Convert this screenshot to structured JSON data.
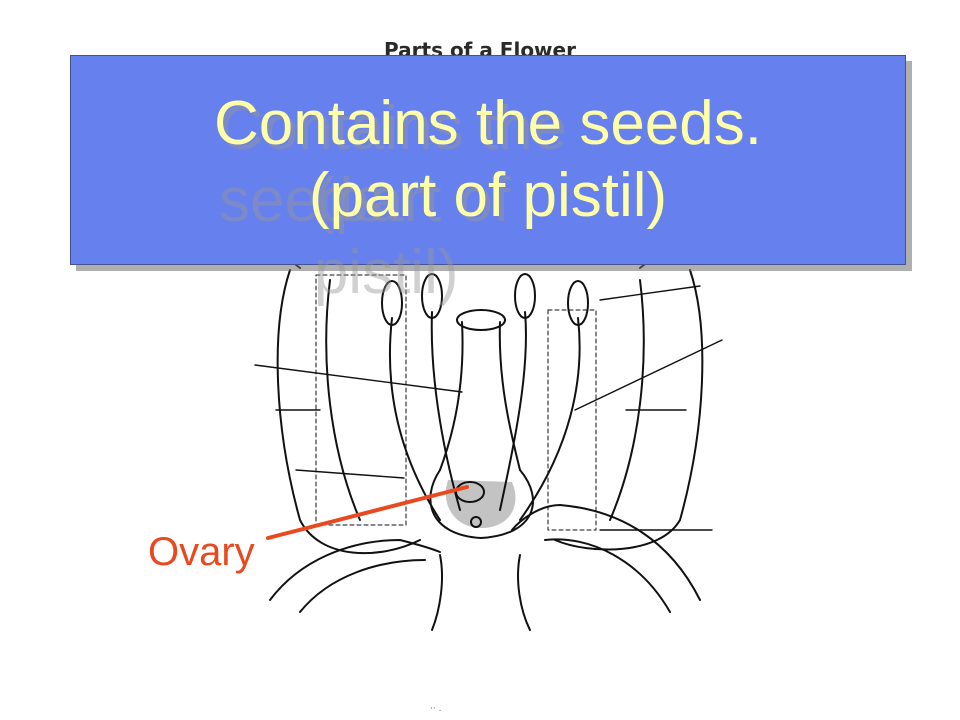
{
  "diagram": {
    "heading": "Parts of a Flower",
    "callout_label": "Ovary",
    "footer": "·· ."
  },
  "banner": {
    "line1": "Contains the seeds.",
    "line2": "(part of pistil)"
  },
  "colors": {
    "banner_bg": "#6680ee",
    "banner_text": "#ffffa8",
    "callout": "#e9491e",
    "ink": "#111111"
  }
}
